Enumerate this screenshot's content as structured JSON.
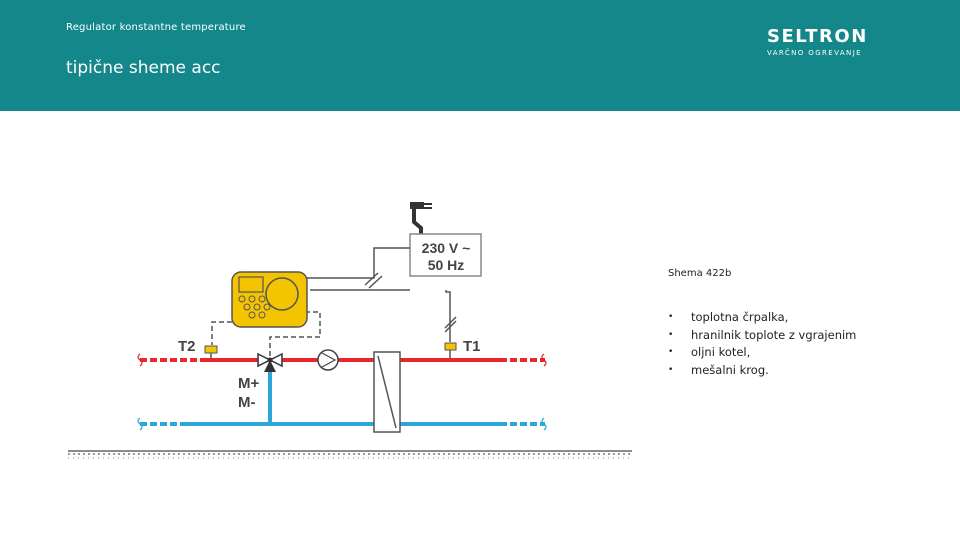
{
  "header": {
    "subtitle": "Regulator konstantne temperature",
    "title": "tipične sheme acc"
  },
  "logo": {
    "wordmark": "SELTRON",
    "tagline": "VARČNO OGREVANJE"
  },
  "diagram": {
    "power_line1": "230 V ~",
    "power_line2": "50 Hz",
    "sensor_left": "T2",
    "sensor_right": "T1",
    "motor_plus": "M+",
    "motor_minus": "M-",
    "colors": {
      "supply": "#e8262b",
      "return": "#2aa7d6",
      "controller": "#f5c400",
      "wire": "#555555"
    }
  },
  "scheme": {
    "label": "Shema 422b",
    "items": [
      "toplotna črpalka,",
      "hranilnik toplote z vgrajenim",
      "oljni kotel,",
      "mešalni krog."
    ]
  }
}
